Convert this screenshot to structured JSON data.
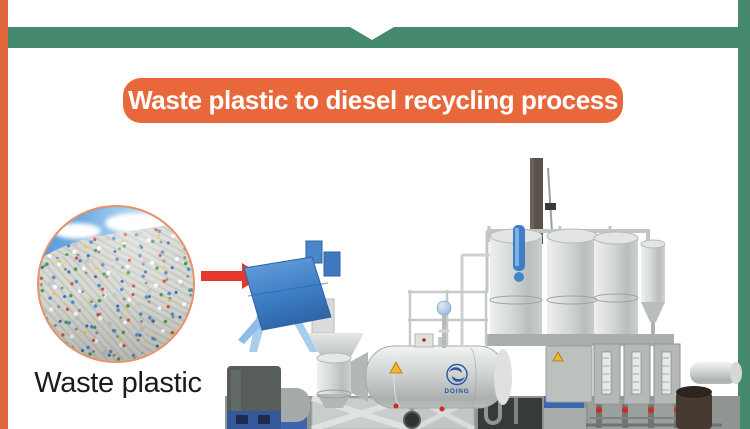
{
  "title_banner": {
    "label": "Waste plastic to diesel recycling process",
    "bg_color": "#e8683c",
    "text_color": "#ffffff"
  },
  "ribbon": {
    "color": "#458a6e",
    "notch": "center-v-notch"
  },
  "accents": {
    "left_stripe_color": "#e2673d",
    "right_stripe_color": "#458a6e"
  },
  "process": {
    "input_label": "Waste plastic",
    "input_photo_description": "pile of crushed waste plastic bottles under blue sky",
    "arrow_icon": "right-arrow-icon",
    "arrow_color": "#e6372e",
    "machine_description": "waste plastic pyrolysis plant",
    "machine_brand": "DOING",
    "machine_brand_color": "#2b56a5"
  }
}
